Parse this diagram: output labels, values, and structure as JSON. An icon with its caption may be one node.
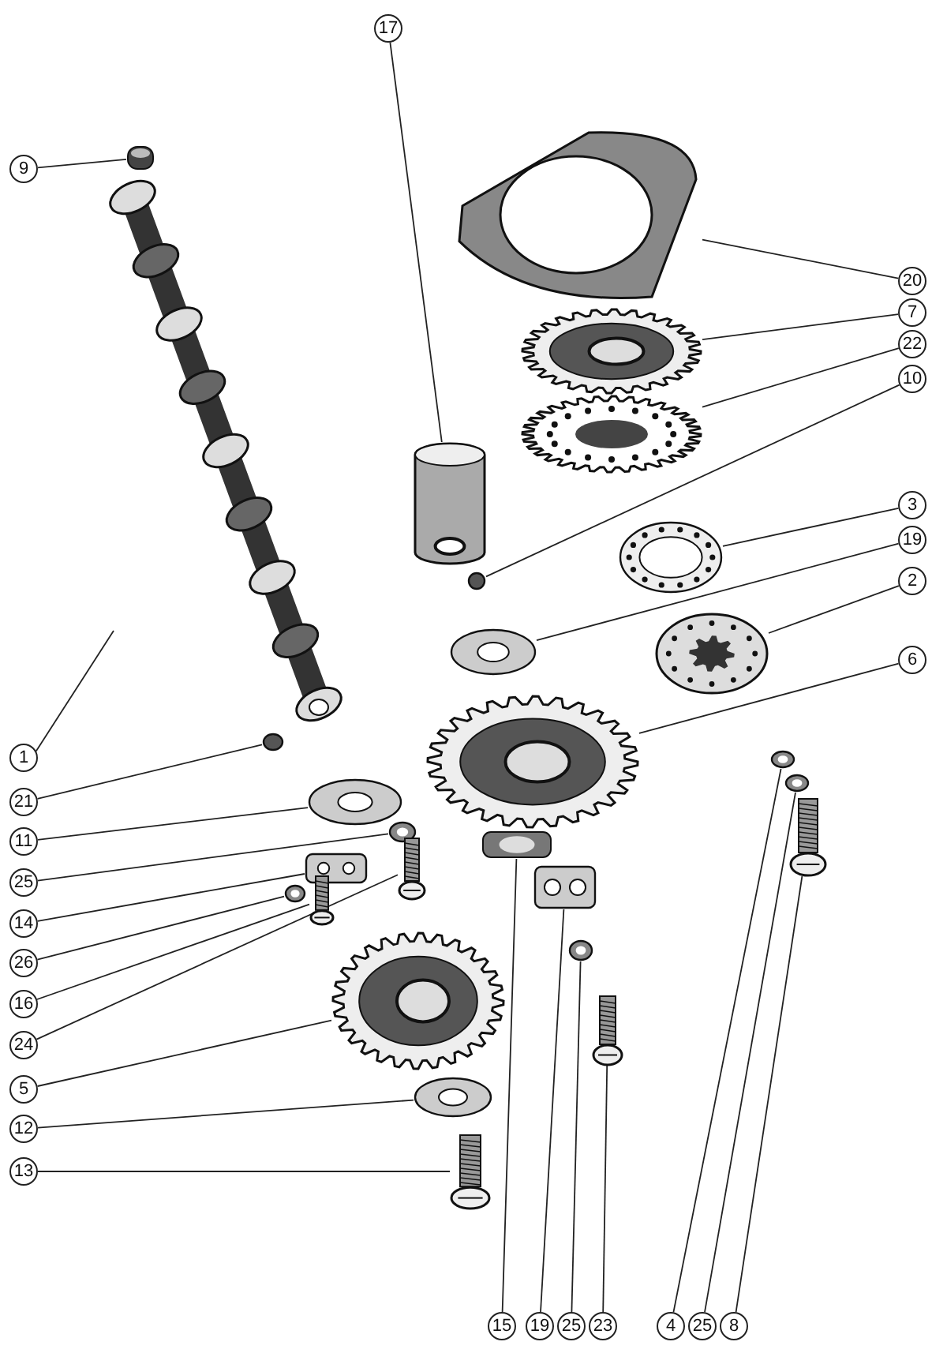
{
  "diagram": {
    "nodes": [
      {
        "text": [
          "17"
        ]
      },
      {
        "text": [],
        "shape": "picture"
      },
      {
        "text": [
          "9"
        ]
      },
      {
        "text": [],
        "shape": "picture"
      },
      {
        "text": [
          "20"
        ]
      },
      {
        "text": [],
        "shape": "picture"
      },
      {
        "text": [
          "7"
        ]
      },
      {
        "text": [],
        "shape": "picture"
      },
      {
        "text": [
          "22"
        ]
      },
      {
        "text": [],
        "shape": "picture"
      },
      {
        "text": [
          "10"
        ]
      },
      {
        "text": [],
        "shape": "circle"
      },
      {
        "text": [
          "3"
        ]
      },
      {
        "text": [],
        "shape": "picture"
      },
      {
        "text": [
          "19"
        ]
      },
      {
        "text": [],
        "shape": "picture"
      },
      {
        "text": [
          "2"
        ]
      },
      {
        "text": [],
        "shape": "picture"
      },
      {
        "text": [
          "1"
        ]
      },
      {
        "text": [],
        "shape": "picture"
      },
      {
        "text": [
          "6"
        ]
      },
      {
        "text": [],
        "shape": "picture"
      },
      {
        "text": [
          "21"
        ]
      },
      {
        "text": [],
        "shape": "circle"
      },
      {
        "text": [
          "11"
        ]
      },
      {
        "text": [],
        "shape": "picture"
      },
      {
        "text": [
          "25"
        ]
      },
      {
        "text": [],
        "shape": "picture"
      },
      {
        "text": [
          "14"
        ]
      },
      {
        "text": [],
        "shape": "picture"
      },
      {
        "text": [
          "26"
        ]
      },
      {
        "text": [],
        "shape": "picture"
      },
      {
        "text": [
          "16"
        ]
      },
      {
        "text": [],
        "shape": "picture"
      },
      {
        "text": [
          "24"
        ]
      },
      {
        "text": [],
        "shape": "picture"
      },
      {
        "text": [
          "5"
        ]
      },
      {
        "text": [],
        "shape": "picture"
      },
      {
        "text": [
          "12"
        ]
      },
      {
        "text": [],
        "shape": "picture"
      },
      {
        "text": [
          "13"
        ]
      },
      {
        "text": [],
        "shape": "picture"
      },
      {
        "text": [
          "15"
        ]
      },
      {
        "text": [],
        "shape": "picture"
      },
      {
        "text": [
          "19"
        ]
      },
      {
        "text": [],
        "shape": "picture"
      },
      {
        "text": [
          "25"
        ]
      },
      {
        "text": [],
        "shape": "picture"
      },
      {
        "text": [
          "23"
        ]
      },
      {
        "text": [],
        "shape": "picture"
      },
      {
        "text": [
          "4"
        ]
      },
      {
        "text": [],
        "shape": "picture"
      },
      {
        "text": [
          "25"
        ]
      },
      {
        "text": [],
        "shape": "picture"
      },
      {
        "text": [
          "8"
        ]
      },
      {
        "text": [],
        "shape": "picture"
      }
    ],
    "edges": [
      {
        "from": 0,
        "to": 1,
        "arrow": "none"
      },
      {
        "from": 2,
        "to": 3,
        "arrow": "none"
      },
      {
        "from": 4,
        "to": 5,
        "arrow": "none"
      },
      {
        "from": 6,
        "to": 7,
        "arrow": "none"
      },
      {
        "from": 8,
        "to": 9,
        "arrow": "none"
      },
      {
        "from": 10,
        "to": 11,
        "arrow": "none"
      },
      {
        "from": 12,
        "to": 13,
        "arrow": "none"
      },
      {
        "from": 14,
        "to": 15,
        "arrow": "none"
      },
      {
        "from": 16,
        "to": 17,
        "arrow": "none"
      },
      {
        "from": 18,
        "to": 19,
        "arrow": "none"
      },
      {
        "from": 20,
        "to": 21,
        "arrow": "none"
      },
      {
        "from": 22,
        "to": 23,
        "arrow": "none"
      },
      {
        "from": 24,
        "to": 25,
        "arrow": "none"
      },
      {
        "from": 26,
        "to": 27,
        "arrow": "none"
      },
      {
        "from": 28,
        "to": 29,
        "arrow": "none"
      },
      {
        "from": 30,
        "to": 31,
        "arrow": "none"
      },
      {
        "from": 32,
        "to": 33,
        "arrow": "none"
      },
      {
        "from": 34,
        "to": 35,
        "arrow": "none"
      },
      {
        "from": 36,
        "to": 37,
        "arrow": "none"
      },
      {
        "from": 38,
        "to": 39,
        "arrow": "none"
      },
      {
        "from": 40,
        "to": 41,
        "arrow": "none"
      },
      {
        "from": 42,
        "to": 43,
        "arrow": "none"
      },
      {
        "from": 44,
        "to": 45,
        "arrow": "none"
      },
      {
        "from": 46,
        "to": 47,
        "arrow": "none"
      },
      {
        "from": 48,
        "to": 49,
        "arrow": "none"
      },
      {
        "from": 50,
        "to": 51,
        "arrow": "none"
      },
      {
        "from": 52,
        "to": 53,
        "arrow": "none"
      },
      {
        "from": 54,
        "to": 55,
        "arrow": "none"
      }
    ]
  }
}
